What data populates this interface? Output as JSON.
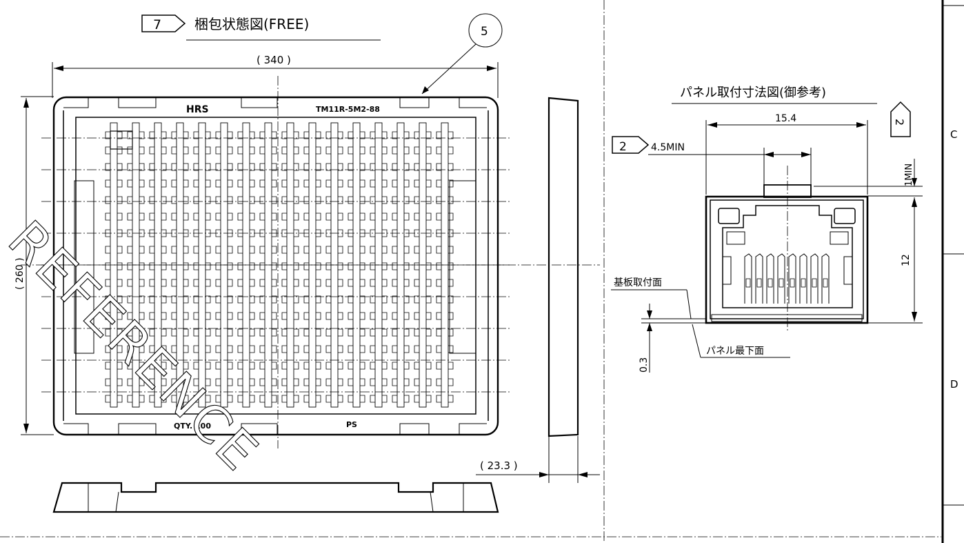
{
  "left_view": {
    "note_number": "7",
    "title": "梱包状態図(FREE)",
    "balloon": "5",
    "dim_width": "( 340 )",
    "dim_height": "( 260 )",
    "dim_depth": "( 23.3 )",
    "tray_logo": "HRS",
    "tray_part": "TM11R-5M2-88",
    "tray_qty": "QTY. 100",
    "tray_material": "PS"
  },
  "right_view": {
    "title": "パネル取付寸法図(御参考)",
    "dim_width": "15.4",
    "note2_number": "2",
    "dim_min": "4.5MIN",
    "dim_1min": "1MIN",
    "dim_height": "12",
    "label_board": "基板取付面",
    "label_panel": "パネル最下面",
    "dim_offset": "0.3",
    "rev_marker": "2"
  },
  "zones": [
    "C",
    "D"
  ],
  "watermark": "REFERENCE"
}
